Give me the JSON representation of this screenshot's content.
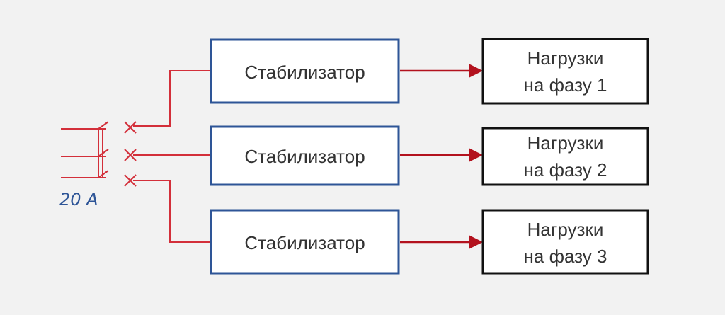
{
  "breaker": {
    "rating_label": "20 A"
  },
  "stabilizers": [
    {
      "label": "Стабилизатор"
    },
    {
      "label": "Стабилизатор"
    },
    {
      "label": "Стабилизатор"
    }
  ],
  "loads": [
    {
      "line1": "Нагрузки",
      "line2": "на фазу 1"
    },
    {
      "line1": "Нагрузки",
      "line2": "на фазу 2"
    },
    {
      "line1": "Нагрузки",
      "line2": "на фазу 3"
    }
  ],
  "colors": {
    "background": "#f2f2f2",
    "wire": "#d32f3a",
    "arrow": "#b3121e",
    "stabilizer_border": "#2e5597",
    "load_border": "#111111",
    "text": "#333333",
    "breaker_label": "#2e5597"
  }
}
